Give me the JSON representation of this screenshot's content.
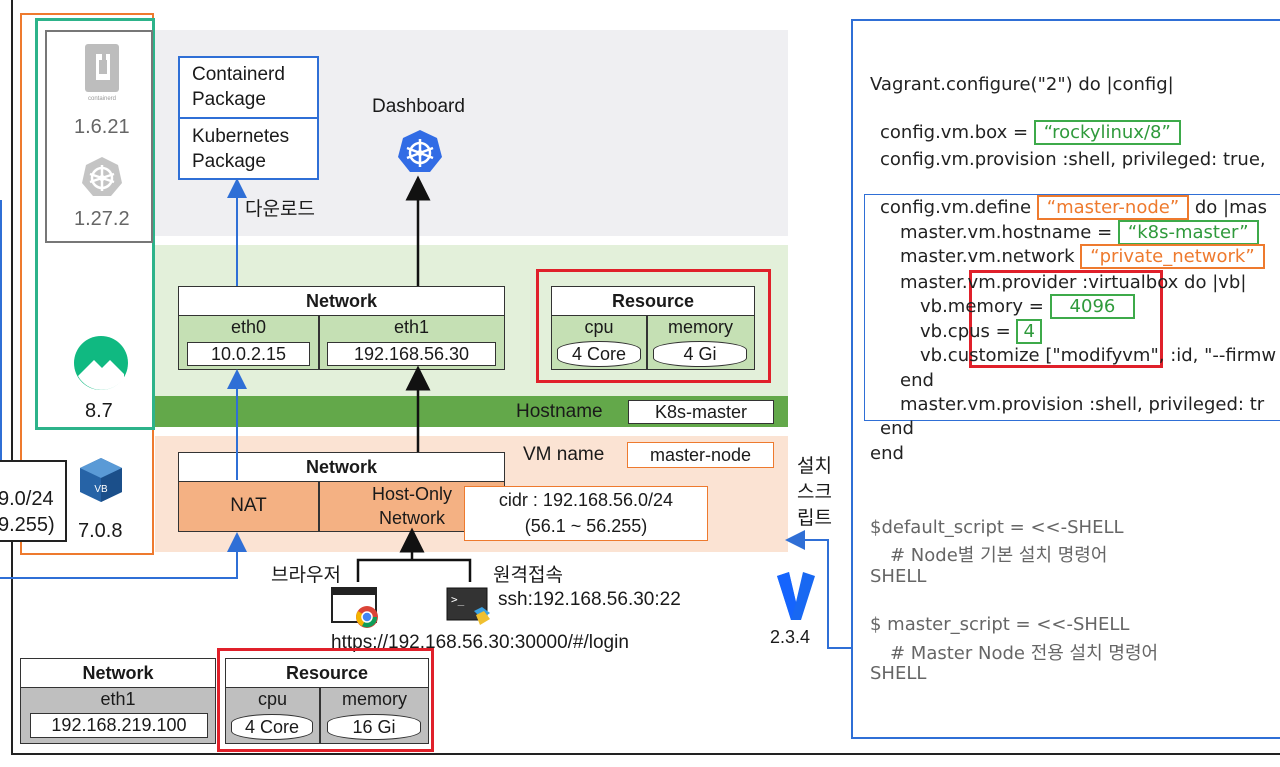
{
  "host": {
    "versions": {
      "containerd": "1.6.21",
      "kubernetes": "1.27.2",
      "rocky": "8.7",
      "virtualbox": "7.0.8"
    },
    "left_net_partial": {
      "line1": "9.0/24",
      "line2": "9.255)"
    },
    "network_box": {
      "title": "Network",
      "iface": "eth1",
      "ip": "192.168.219.100"
    },
    "resource_box": {
      "title": "Resource",
      "cpu_label": "cpu",
      "memory_label": "memory",
      "cpu_value": "4 Core",
      "memory_value": "16 Gi"
    }
  },
  "packages": {
    "containerd": "Containerd\nPackage",
    "kubernetes": "Kubernetes\nPackage",
    "download": "다운로드"
  },
  "dashboard": {
    "label": "Dashboard"
  },
  "vm_network": {
    "title": "Network",
    "eth0": "eth0",
    "eth1": "eth1",
    "eth0_ip": "10.0.2.15",
    "eth1_ip": "192.168.56.30"
  },
  "vm_resource": {
    "title": "Resource",
    "cpu_label": "cpu",
    "memory_label": "memory",
    "cpu_value": "4 Core",
    "memory_value": "4 Gi"
  },
  "hostname": {
    "label": "Hostname",
    "value": "K8s-master"
  },
  "vm_name": {
    "label": "VM name",
    "value": "master-node"
  },
  "vbox_network": {
    "title": "Network",
    "nat": "NAT",
    "host_only": "Host-Only\nNetwork",
    "cidr_line1": "cidr : 192.168.56.0/24",
    "cidr_line2": "(56.1 ~ 56.255)"
  },
  "setup_script": {
    "label": "설치\n스크\n립트"
  },
  "vagrant": {
    "version": "2.3.4"
  },
  "client": {
    "browser": "브라우저",
    "remote": "원격접속",
    "ssh": "ssh:192.168.56.30:22",
    "url": "https://192.168.56.30:30000/#/login"
  },
  "vagrantfile": {
    "l1": "Vagrant.configure(\"2\") do |config|",
    "box_prefix": "config.vm.box = ",
    "box_value": "“rockylinux/8”",
    "provision": "config.vm.provision :shell, privileged: true, ",
    "define_prefix": "config.vm.define ",
    "define_value": "“master-node”",
    "define_suffix": " do |mas",
    "hostname_prefix": "master.vm.hostname = ",
    "hostname_value": "“k8s-master”",
    "network_prefix": "master.vm.network ",
    "network_value": "“private_network”",
    "provider": "master.vm.provider :virtualbox do |vb|",
    "memory_prefix": "vb.memory = ",
    "memory_value": "4096",
    "cpus_prefix": "vb.cpus = ",
    "cpus_value": "4",
    "customize": "vb.customize [\"modifyvm\", :id, \"--firmw",
    "end1": "end",
    "mprov": "master.vm.provision :shell, privileged: tr",
    "end2": "end",
    "end3": "end",
    "default_script": "$default_script = <<-SHELL",
    "default_comment": "# Node별 기본 설치 명령어",
    "shell1": "SHELL",
    "master_script": "$ master_script = <<-SHELL",
    "master_comment": "# Master Node 전용 설치 명령어",
    "shell2": "SHELL"
  },
  "colors": {
    "orange": "#ee7a2e",
    "teal": "#2db38a",
    "green_band": "#63a84a",
    "light_green": "#e3f0da",
    "light_orange": "#fbe3d3",
    "nat_fill": "#f4b183",
    "red": "#e0202a",
    "blue": "#2f6fd6",
    "gray_panel": "#efeff2"
  }
}
